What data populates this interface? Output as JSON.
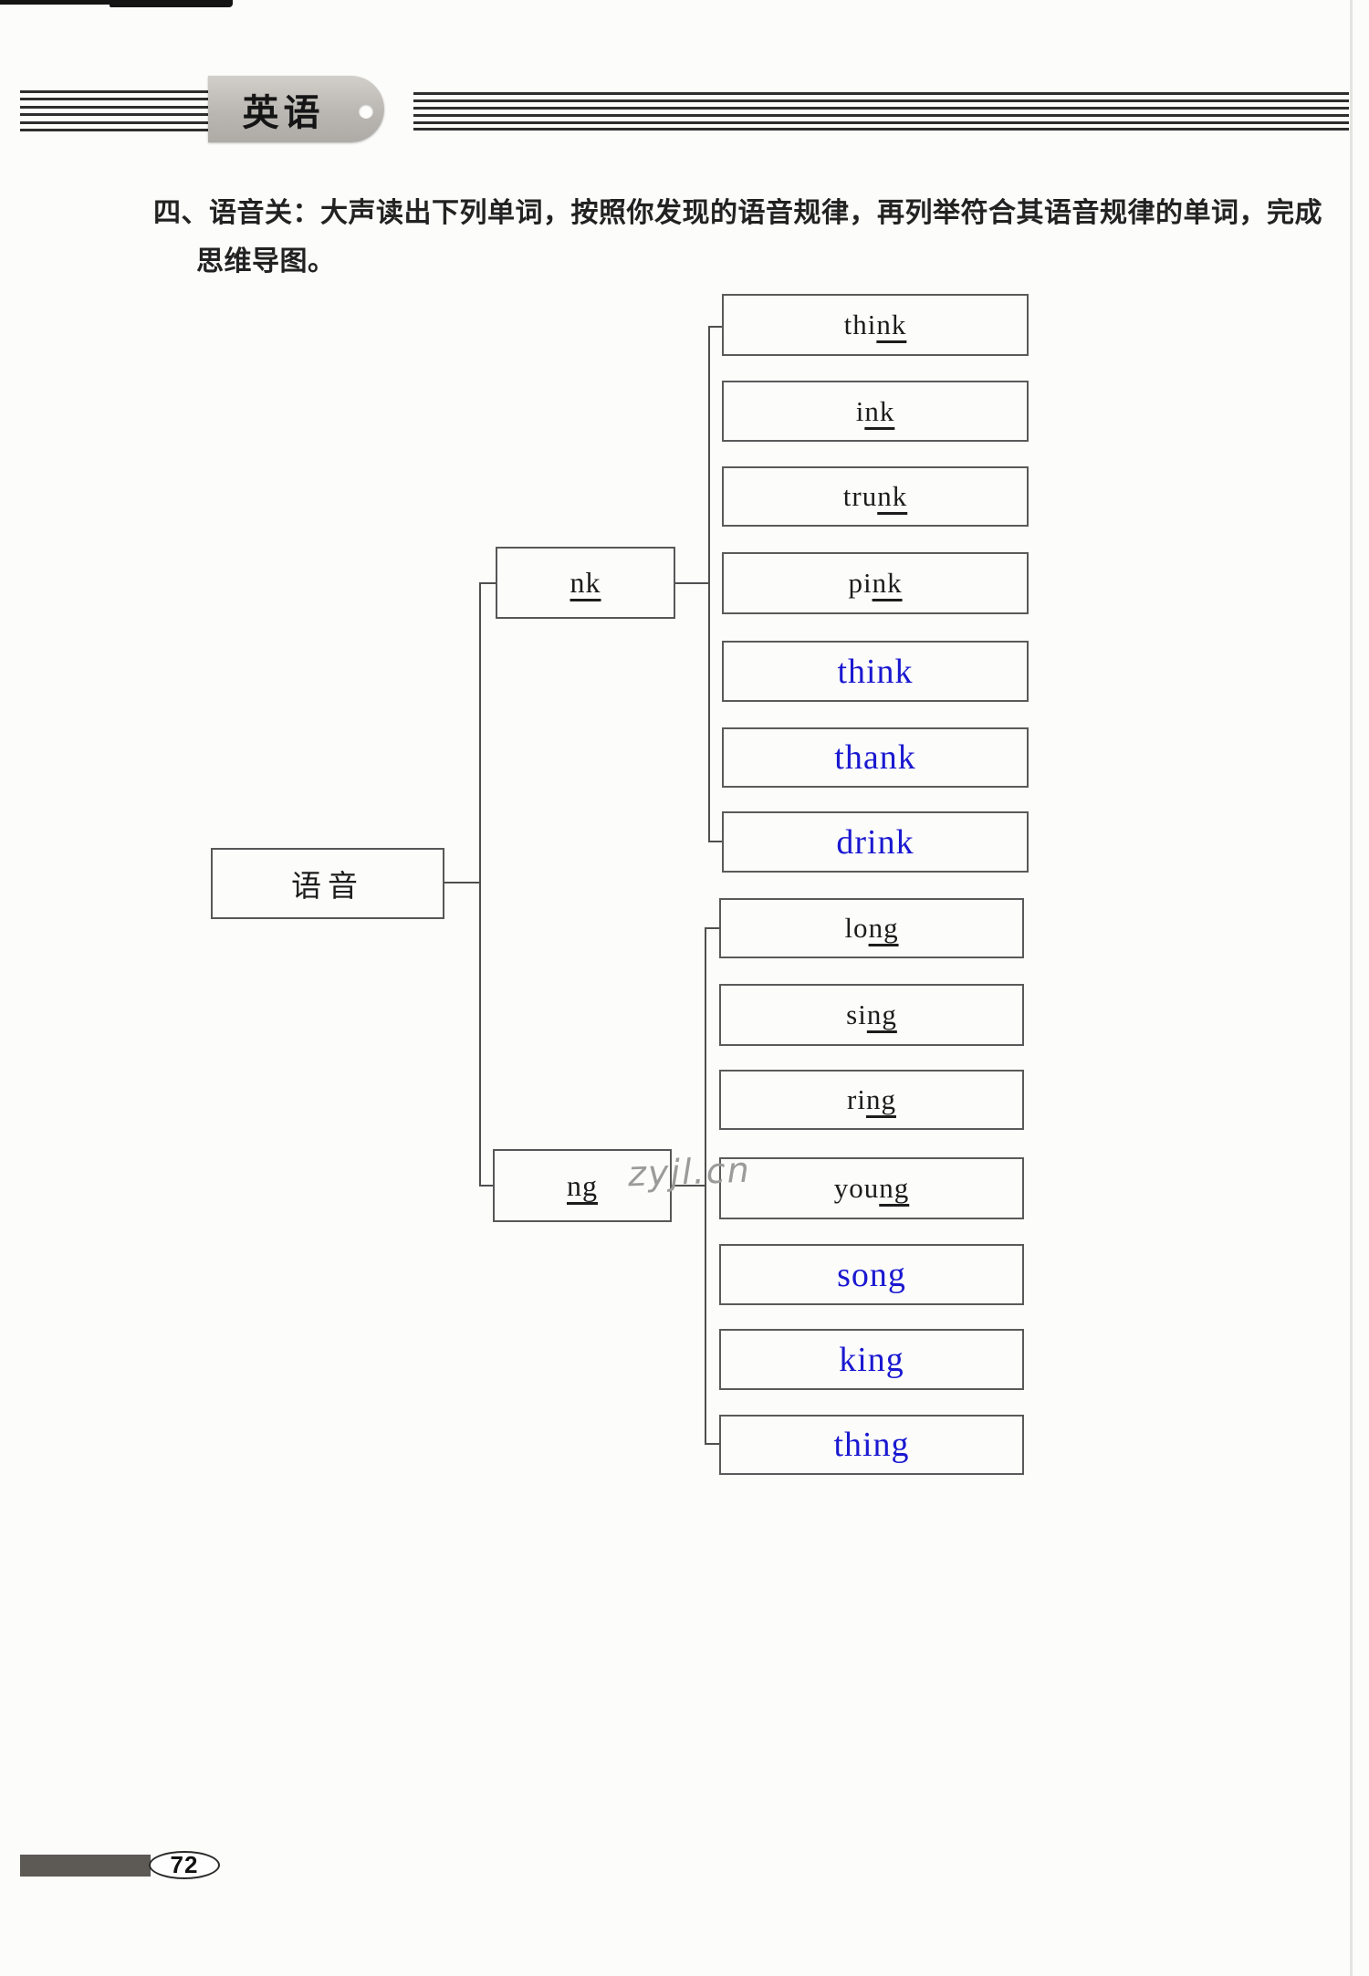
{
  "header": {
    "tag_label": "英语"
  },
  "instruction": {
    "line1": "四、语音关：大声读出下列单词，按照你发现的语音规律，再列举符合其语音规律的单词，完成",
    "line2": "思维导图。"
  },
  "diagram": {
    "root": {
      "label": "语音"
    },
    "branches": [
      {
        "label": "nk",
        "printed": [
          {
            "pre": "thi",
            "u": "nk"
          },
          {
            "pre": "i",
            "u": "nk"
          },
          {
            "pre": "tru",
            "u": "nk"
          },
          {
            "pre": "pi",
            "u": "nk"
          }
        ],
        "answers": [
          "think",
          "thank",
          "drink"
        ]
      },
      {
        "label": "ng",
        "printed": [
          {
            "pre": "lo",
            "u": "ng"
          },
          {
            "pre": "si",
            "u": "ng"
          },
          {
            "pre": "ri",
            "u": "ng"
          },
          {
            "pre": "you",
            "u": "ng"
          }
        ],
        "answers": [
          "song",
          "king",
          "thing"
        ]
      }
    ]
  },
  "watermark": "zyjl.cn",
  "footer": {
    "page_number": "72"
  },
  "colors": {
    "answer_blue": "#1a18d0",
    "line_gray": "#4f4f4f",
    "tag_gray": "#bab7b2",
    "watermark_gray": "#9b9b9b"
  }
}
